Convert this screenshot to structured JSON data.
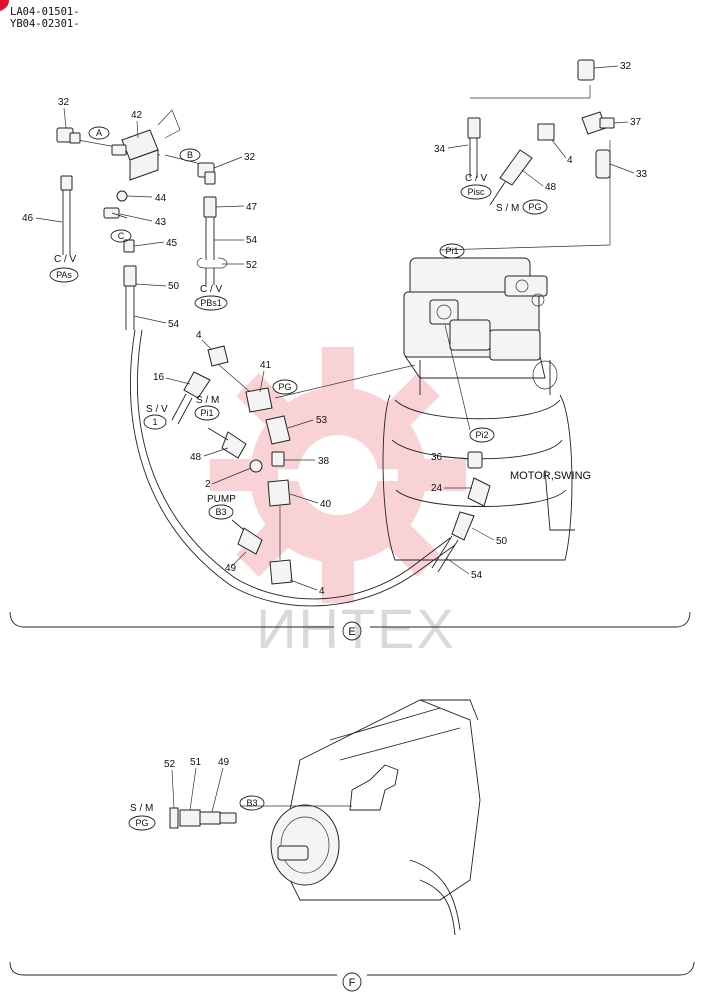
{
  "header": {
    "serial_1": "LA04-01501-",
    "serial_2": "YB04-02301-"
  },
  "watermark": {
    "text": "ИНТЕХ",
    "color": "#e8374a"
  },
  "view_e": {
    "section_mark": "E",
    "part_numbers": {
      "p32a": "32",
      "p42": "42",
      "p32b": "32",
      "p44": "44",
      "p43": "43",
      "p46": "46",
      "p45": "45",
      "p47": "47",
      "p54a": "54",
      "p52": "52",
      "p50a": "50",
      "p54b": "54",
      "p32c": "32",
      "p37": "37",
      "p34": "34",
      "p4a": "4",
      "p48a": "48",
      "p33": "33",
      "p4b": "4",
      "p41": "41",
      "p16": "16",
      "p53": "53",
      "p48b": "48",
      "p2": "2",
      "p38": "38",
      "p40": "40",
      "p49": "49",
      "p4c": "4",
      "p36": "36",
      "p24": "24",
      "p50b": "50",
      "p54c": "54"
    },
    "ports": {
      "A": "A",
      "B": "B",
      "C": "C",
      "PAs": "PAs",
      "PBs1": "PBs1",
      "Pisc": "Pisc",
      "PG_top": "PG",
      "Pi1_top": "Pi1",
      "Pi2": "Pi2",
      "PG_mid": "PG",
      "Pi1_mid": "Pi1",
      "one": "1",
      "B3": "B3"
    },
    "labels": {
      "cv_left": "C / V",
      "cv_mid": "C / V",
      "cv_right": "C / V",
      "sm_right": "S / M",
      "sv": "S / V",
      "sm_mid": "S / M",
      "pump": "PUMP",
      "motor": "MOTOR,SWING"
    }
  },
  "view_f": {
    "section_mark": "F",
    "part_numbers": {
      "p52": "52",
      "p51": "51",
      "p49": "49"
    },
    "labels": {
      "sm": "S / M"
    },
    "ports": {
      "PG": "PG",
      "B3": "B3"
    }
  }
}
